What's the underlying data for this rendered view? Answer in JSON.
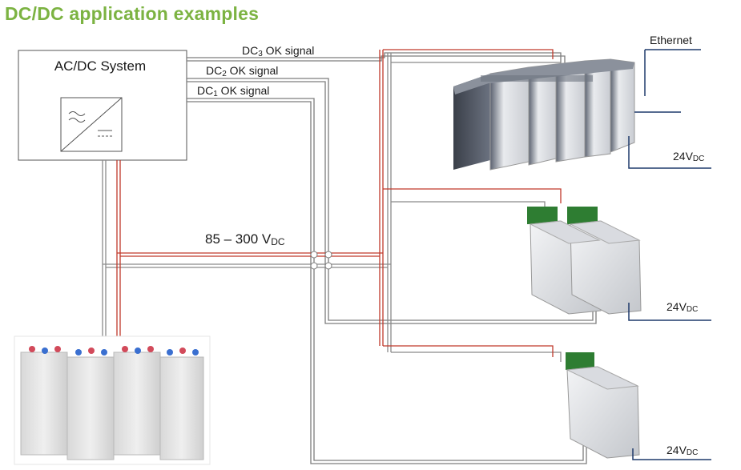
{
  "title": "DC/DC application examples",
  "system": {
    "label": "AC/DC System",
    "icon": "ac-dc-converter-icon"
  },
  "signals": [
    {
      "main": "DC",
      "sub": "3",
      "suffix": " OK signal"
    },
    {
      "main": "DC",
      "sub": "2",
      "suffix": " OK signal"
    },
    {
      "main": "DC",
      "sub": "1",
      "suffix": " OK signal"
    }
  ],
  "bus_voltage": {
    "main": "85 – 300 V",
    "sub": "DC"
  },
  "ethernet": "Ethernet",
  "outputs": [
    {
      "main": "24V",
      "sub": "DC"
    },
    {
      "main": "24V",
      "sub": "DC"
    },
    {
      "main": "24V",
      "sub": "DC"
    }
  ],
  "colors": {
    "title": "#7cb342",
    "positive_wire": "#c0392b",
    "negative_wire": "#8a8a8a",
    "output_wire": "#1f3a6b"
  }
}
